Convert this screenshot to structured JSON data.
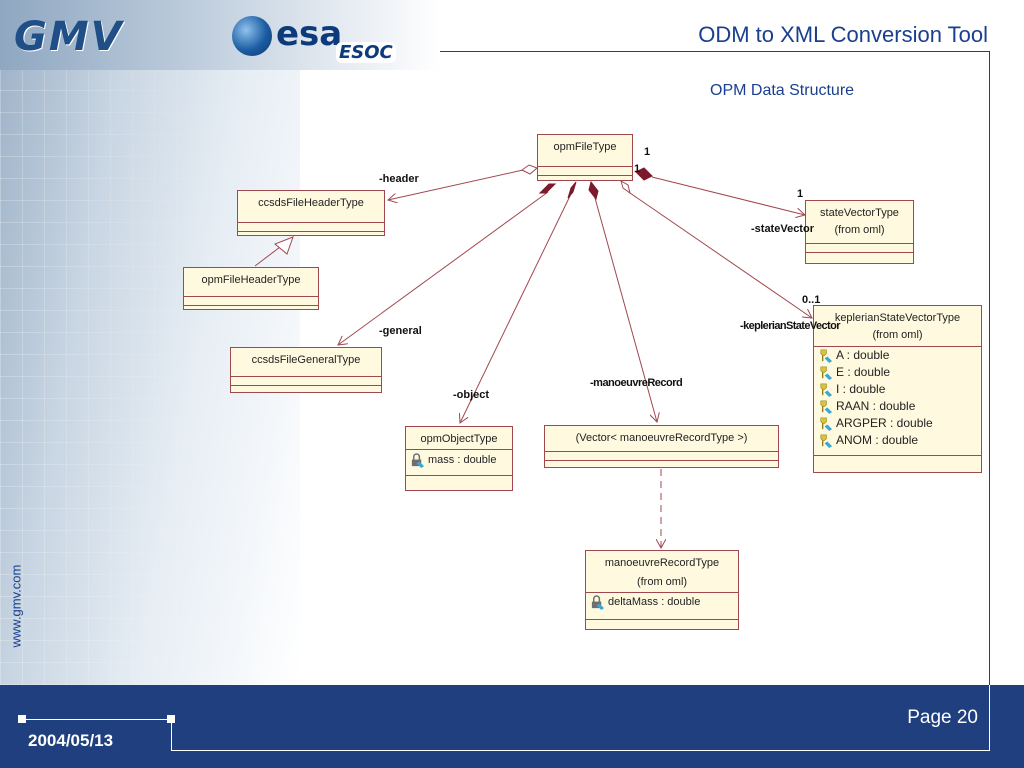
{
  "header": {
    "title": "ODM to XML Conversion Tool",
    "logo_gmv": "GMV",
    "logo_esa": "esa",
    "logo_esoc": "ESOC"
  },
  "slide": {
    "subtitle": "OPM Data Structure",
    "website": "www.gmv.com",
    "date": "2004/05/13",
    "page": "Page 20"
  },
  "diagram": {
    "classes": {
      "opm_file": {
        "name": "opmFileType"
      },
      "ccsds_header": {
        "name": "ccsdsFileHeaderType"
      },
      "opm_header": {
        "name": "opmFileHeaderType"
      },
      "ccsds_general": {
        "name": "ccsdsFileGeneralType"
      },
      "opm_object": {
        "name": "opmObjectType",
        "attr": "mass : double"
      },
      "vector": {
        "name": "(Vector< manoeuvreRecordType >)"
      },
      "state_vector": {
        "name": "stateVectorType",
        "from": "(from oml)"
      },
      "keplerian": {
        "name": "keplerianStateVectorType",
        "from": "(from oml)",
        "attrs": [
          "A : double",
          "E : double",
          "I : double",
          "RAAN : double",
          "ARGPER : double",
          "ANOM : double"
        ]
      },
      "manoeuvre": {
        "name": "manoeuvreRecordType",
        "from": "(from oml)",
        "attr": "deltaMass : double"
      }
    },
    "roles": {
      "header": "-header",
      "general": "-general",
      "object": "-object",
      "manoeuvre": "-manoeuvreRecord",
      "state": "-stateVector",
      "keplerian": "-keplerianStateVector"
    },
    "multiplicity": {
      "m1": "1",
      "m2": "1",
      "m3": "1",
      "m4": "0..1"
    }
  }
}
